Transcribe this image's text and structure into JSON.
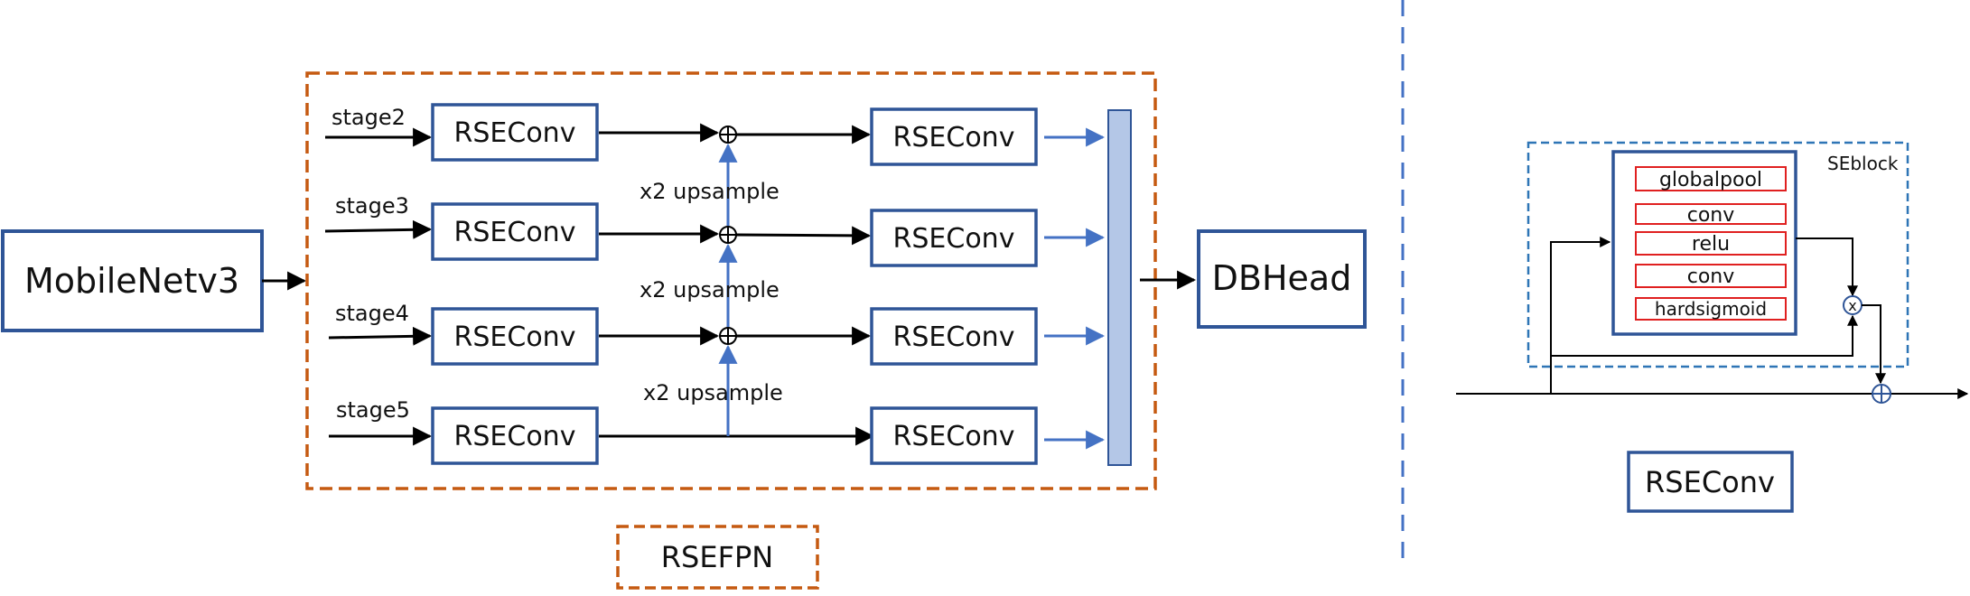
{
  "backbone": {
    "label": "MobileNetv3"
  },
  "fpn": {
    "stages": [
      {
        "label": "stage2",
        "conv_label": "RSEConv",
        "out_conv_label": "RSEConv"
      },
      {
        "label": "stage3",
        "conv_label": "RSEConv",
        "out_conv_label": "RSEConv"
      },
      {
        "label": "stage4",
        "conv_label": "RSEConv",
        "out_conv_label": "RSEConv"
      },
      {
        "label": "stage5",
        "conv_label": "RSEConv",
        "out_conv_label": "RSEConv"
      }
    ],
    "upsample_labels": [
      "x2 upsample",
      "x2 upsample",
      "x2 upsample"
    ],
    "name": "RSEFPN",
    "border_color": "#c55a11",
    "upsample_color": "#4472c4",
    "concat_fill": "#b4c7e7"
  },
  "head": {
    "label": "DBHead"
  },
  "rseconv_detail": {
    "seblock_label": "SEblock",
    "layers": [
      "globalpool",
      "conv",
      "relu",
      "conv",
      "hardsigmoid"
    ],
    "multiply_symbol": "x",
    "name": "RSEConv",
    "box_color": "#2f5597",
    "layer_border_color": "#e02020",
    "divider_color": "#4472c4"
  }
}
